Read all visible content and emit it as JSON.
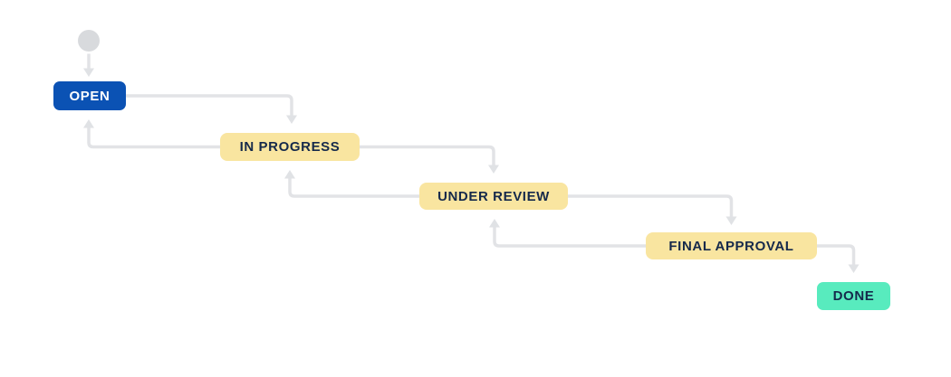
{
  "page": {
    "background_color": "#FFFFFF"
  },
  "diagram": {
    "kind": "workflow",
    "connector_color": "#E2E3E6",
    "arrowhead_color": "#E0E2E5",
    "start_node": {
      "shape": "circle",
      "color": "#D8DADD"
    },
    "nodes": {
      "open": {
        "label": "OPEN",
        "color": "#0B52B4",
        "text_color": "#FFFFFF"
      },
      "in_progress": {
        "label": "IN PROGRESS",
        "color": "#F9E5A0",
        "text_color": "#15294B"
      },
      "under_review": {
        "label": "UNDER REVIEW",
        "color": "#F9E5A0",
        "text_color": "#15294B"
      },
      "final_approval": {
        "label": "FINAL APPROVAL",
        "color": "#F9E5A0",
        "text_color": "#15294B"
      },
      "done": {
        "label": "DONE",
        "color": "#58EBBE",
        "text_color": "#15294B"
      }
    },
    "transitions": [
      {
        "from": "start",
        "to": "open"
      },
      {
        "from": "open",
        "to": "in_progress"
      },
      {
        "from": "in_progress",
        "to": "open"
      },
      {
        "from": "in_progress",
        "to": "under_review"
      },
      {
        "from": "under_review",
        "to": "in_progress"
      },
      {
        "from": "under_review",
        "to": "final_approval"
      },
      {
        "from": "final_approval",
        "to": "under_review"
      },
      {
        "from": "final_approval",
        "to": "done"
      }
    ]
  }
}
